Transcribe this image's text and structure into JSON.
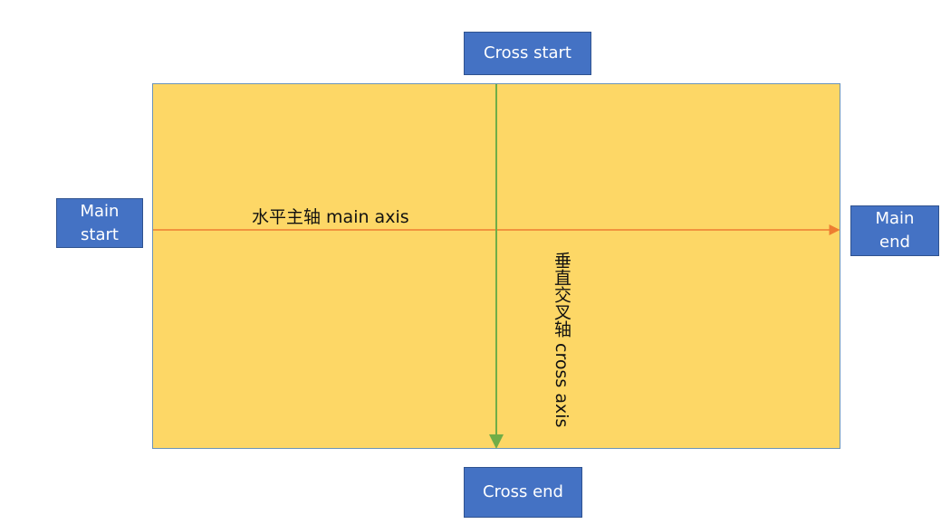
{
  "colors": {
    "container_fill": "#fdd766",
    "label_box_fill": "#4472c4",
    "main_axis": "#ed7d31",
    "cross_axis": "#70ad47"
  },
  "labels": {
    "cross_start": "Cross start",
    "cross_end": "Cross end",
    "main_start": "Main\nstart",
    "main_end": "Main\nend"
  },
  "axes": {
    "main_axis_label": "水平主轴 main axis",
    "cross_axis_label": "垂直交叉轴 cross axis"
  }
}
